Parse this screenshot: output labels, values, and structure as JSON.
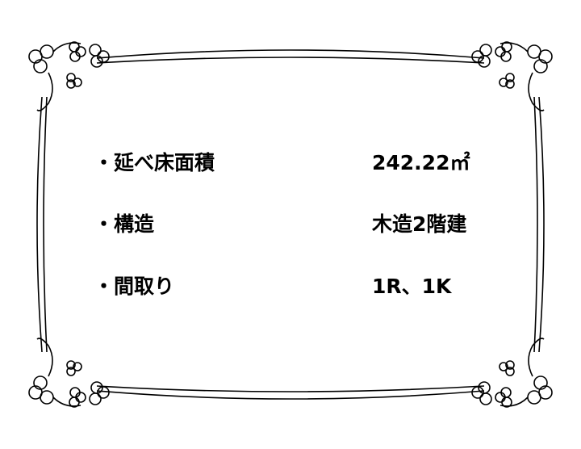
{
  "slide": {
    "items": [
      {
        "label": "・延べ床面積",
        "value": "242.22㎡"
      },
      {
        "label": "・構造",
        "value": "木造2階建"
      },
      {
        "label": "・間取り",
        "value": "1R、1K"
      }
    ]
  },
  "colors": {
    "frame": "#000000",
    "background": "#ffffff",
    "text": "#000000"
  }
}
